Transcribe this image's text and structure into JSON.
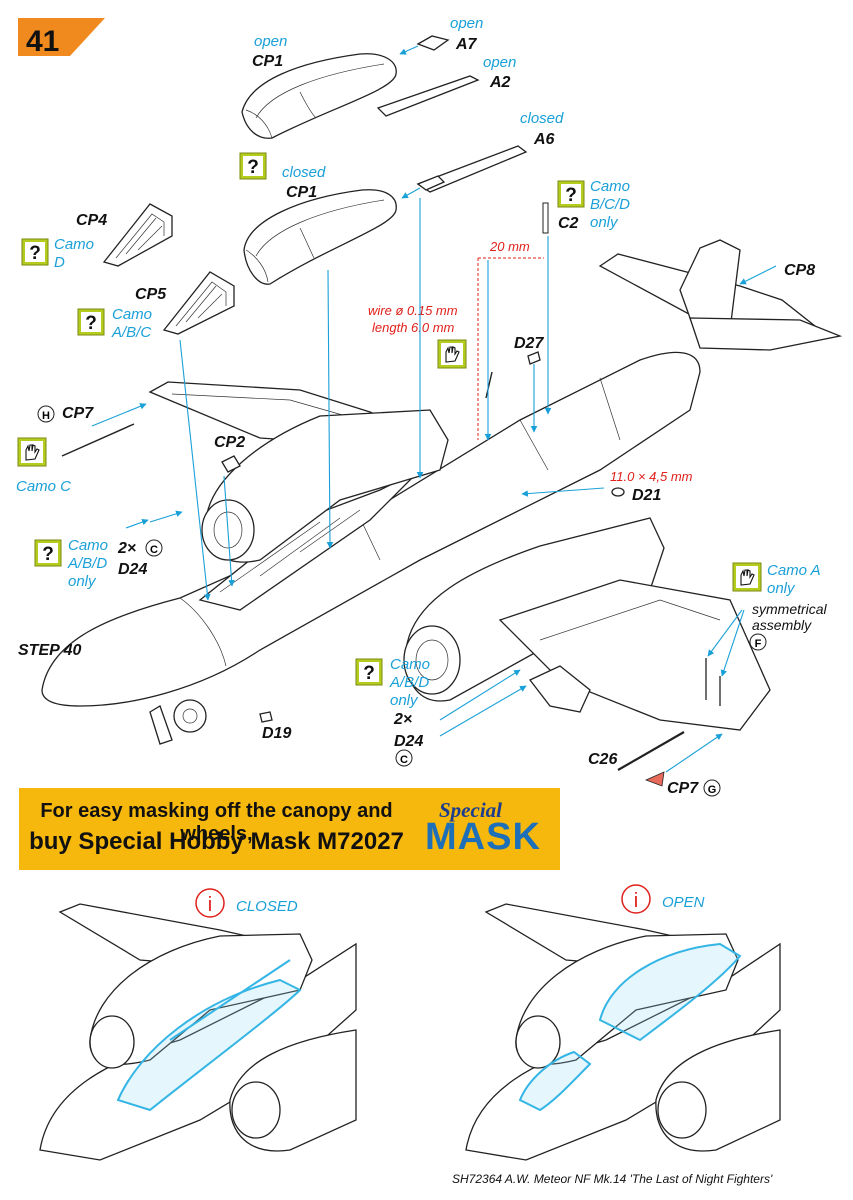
{
  "page": {
    "number": "41",
    "step": "STEP 40"
  },
  "parts": {
    "cp1_open": {
      "state": "open",
      "code": "CP1"
    },
    "a7": {
      "state": "open",
      "code": "A7"
    },
    "a2": {
      "state": "open",
      "code": "A2"
    },
    "a6": {
      "state": "closed",
      "code": "A6"
    },
    "cp1_closed": {
      "state": "closed",
      "code": "CP1"
    },
    "c2": {
      "code": "C2",
      "note": [
        "Camo",
        "B/C/D",
        "only"
      ]
    },
    "cp4": {
      "code": "CP4",
      "note": [
        "Camo",
        "D"
      ]
    },
    "cp5": {
      "code": "CP5",
      "note": [
        "Camo",
        "A/B/C"
      ]
    },
    "cp8": {
      "code": "CP8"
    },
    "d27": {
      "code": "D27"
    },
    "cp7_top": {
      "code": "CP7",
      "badge": "H",
      "note": "Camo C"
    },
    "cp2": {
      "code": "CP2"
    },
    "d24_left": {
      "qty": "2×",
      "code": "D24",
      "badge": "C",
      "note": [
        "Camo",
        "A/B/D",
        "only"
      ]
    },
    "d21": {
      "code": "D21"
    },
    "d19": {
      "code": "D19"
    },
    "d24_right": {
      "qty": "2×",
      "code": "D24",
      "badge": "C",
      "note": [
        "Camo",
        "A/B/D",
        "only"
      ]
    },
    "c26": {
      "code": "C26"
    },
    "cp7_bottom": {
      "code": "CP7",
      "badge": "G"
    },
    "symmetric": {
      "note": [
        "Camo A",
        "only"
      ],
      "assembly": [
        "symmetrical",
        "assembly"
      ],
      "badge": "F"
    }
  },
  "dimensions": {
    "gap": "20 mm",
    "wire": [
      "wire ø 0.15 mm",
      "length 6.0 mm"
    ],
    "d21_size": "11.0 × 4,5 mm"
  },
  "banner": {
    "line1": "For easy masking off the canopy and wheels,",
    "line2": "buy Special Hobby Mask M72027",
    "logo_top": "Special",
    "logo_main": "MASK"
  },
  "views": {
    "closed": "CLOSED",
    "open": "OPEN",
    "info_glyph": "i"
  },
  "footer": "SH72364  A.W. Meteor NF Mk.14 'The Last of Night Fighters'",
  "colors": {
    "accent_orange": "#f08a1e",
    "label_blue": "#1aa0d8",
    "dimension_red": "#e0201b",
    "banner_yellow": "#f6b80c",
    "question_green": "#b5cc1f",
    "info_red": "#e0201b"
  }
}
